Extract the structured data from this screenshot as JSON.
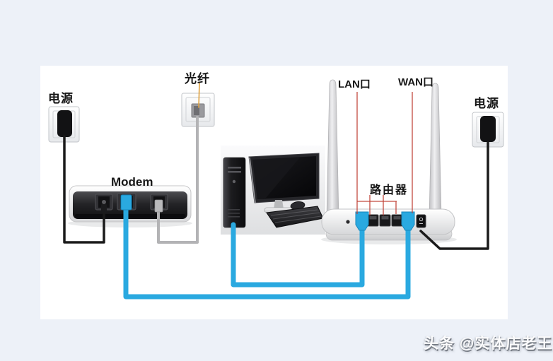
{
  "page": {
    "background": "#edf1f8",
    "canvas_background": "#ffffff"
  },
  "labels": {
    "power_left": "电源",
    "fiber": "光纤",
    "modem": "Modem",
    "lan_port": "LAN口",
    "wan_port": "WAN口",
    "router": "路由器",
    "power_right": "电源"
  },
  "watermark": {
    "text": "头条 @实体店老王"
  },
  "colors": {
    "ethernet_cable": "#2aa9e0",
    "power_cable": "#1a1a1a",
    "fiber_patch_cable": "#b3b3b5",
    "fiber_drop_line": "#dfa13f",
    "annotation_line": "#c04036"
  },
  "connections": [
    {
      "from": "power-outlet-left",
      "to": "modem-power-port",
      "cable": "power",
      "color": "#1a1a1a"
    },
    {
      "from": "fiber-wall-outlet",
      "to": "modem-line-port",
      "cable": "fiber-patch",
      "color": "#b3b3b5"
    },
    {
      "from": "modem-lan-port",
      "to": "router-wan-port",
      "cable": "ethernet",
      "color": "#2aa9e0"
    },
    {
      "from": "computer-tower",
      "to": "router-lan-port-1",
      "cable": "ethernet",
      "color": "#2aa9e0"
    },
    {
      "from": "power-outlet-right",
      "to": "router-power-jack",
      "cable": "power",
      "color": "#1a1a1a"
    }
  ],
  "router_ports": [
    "reset",
    "lan1",
    "lan2",
    "lan3",
    "lan4",
    "wan",
    "power"
  ],
  "modem_ports": [
    "power",
    "lan",
    "line"
  ]
}
